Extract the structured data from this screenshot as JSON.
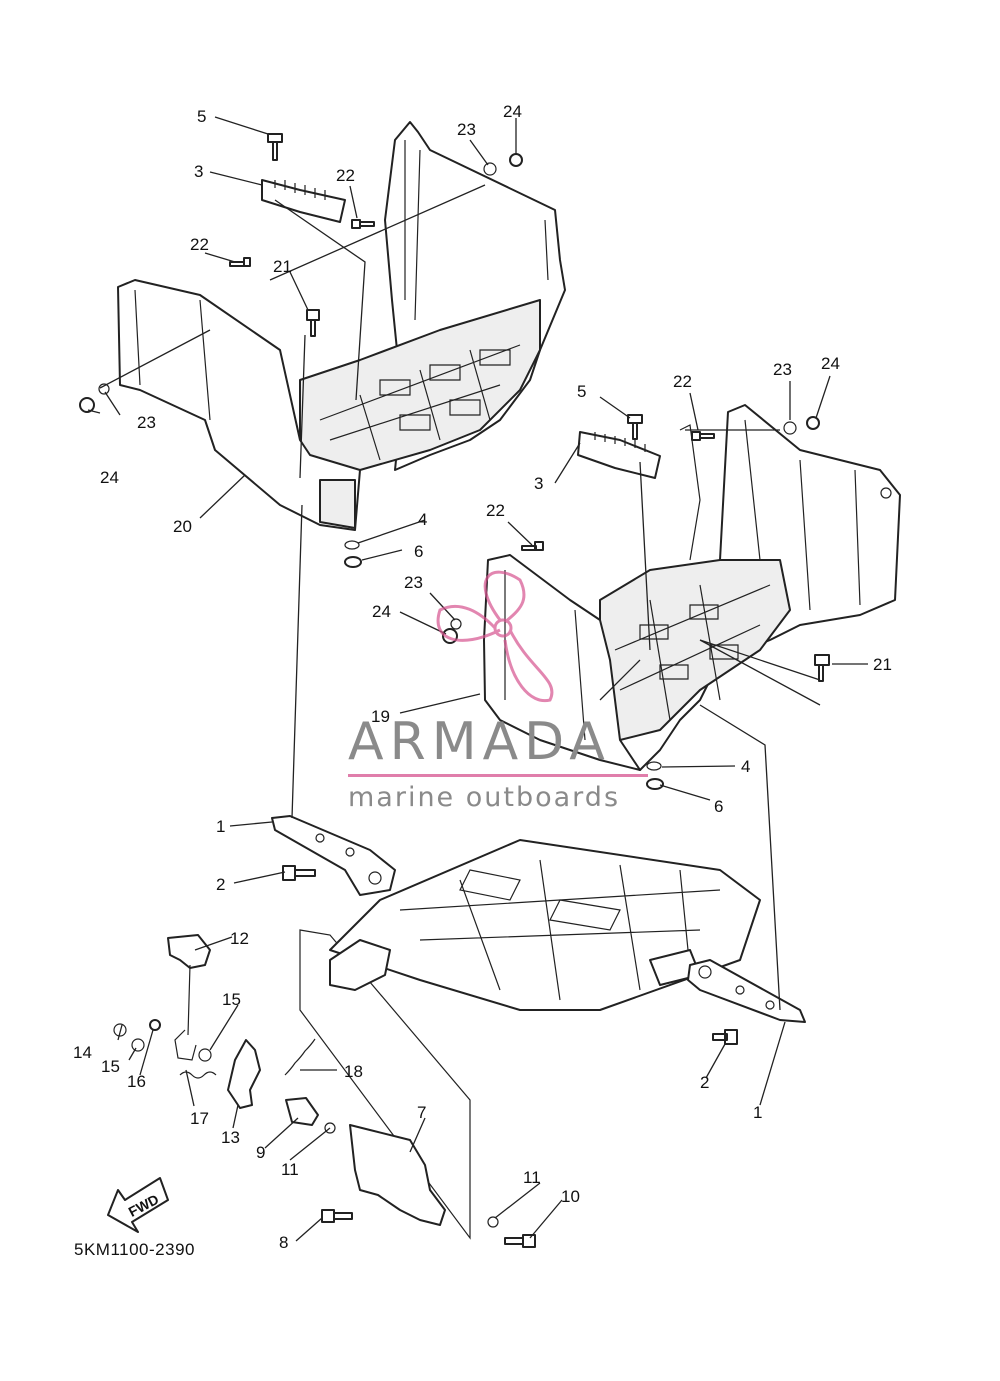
{
  "diagram_code": "5KM1100-2390",
  "watermark": {
    "brand": "ARMADA",
    "tagline": "marine outboards",
    "accent_color": "#d6538f",
    "text_color": "#8a8a8a"
  },
  "direction_arrow": "FWD",
  "callouts": [
    "5",
    "3",
    "22",
    "23",
    "24",
    "22",
    "21",
    "23",
    "24",
    "20",
    "4",
    "6",
    "5",
    "22",
    "23",
    "24",
    "3",
    "22",
    "23",
    "24",
    "19",
    "21",
    "4",
    "6",
    "1",
    "2",
    "12",
    "15",
    "14",
    "15",
    "16",
    "17",
    "13",
    "9",
    "18",
    "11",
    "7",
    "8",
    "11",
    "10",
    "2",
    "1"
  ]
}
